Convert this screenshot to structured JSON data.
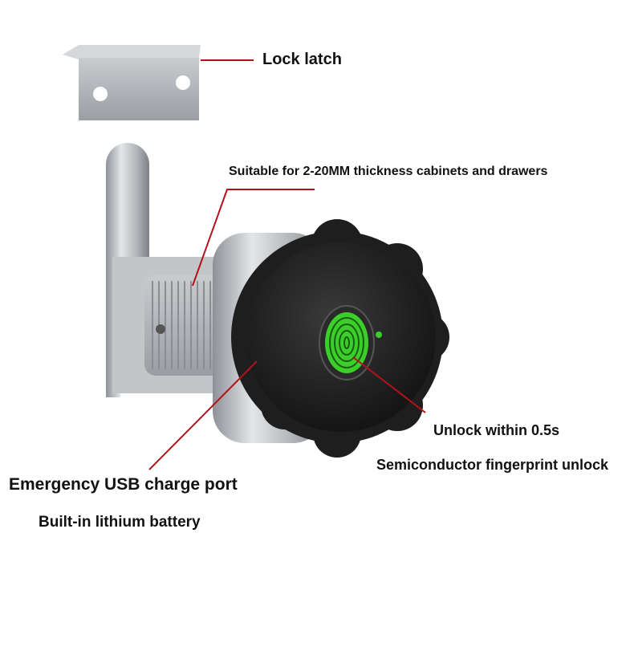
{
  "labels": {
    "lock_latch": "Lock latch",
    "thickness": "Suitable for 2-20MM thickness cabinets and drawers",
    "unlock_speed": "Unlock within 0.5s",
    "fingerprint": "Semiconductor fingerprint unlock",
    "usb_port": "Emergency USB charge port",
    "battery": "Built-in lithium battery"
  },
  "colors": {
    "callout_line": "#b3121b",
    "fingerprint_green": "#3ccf2a",
    "knob_black": "#1e1e1e",
    "metal": "#b9bcc0"
  }
}
